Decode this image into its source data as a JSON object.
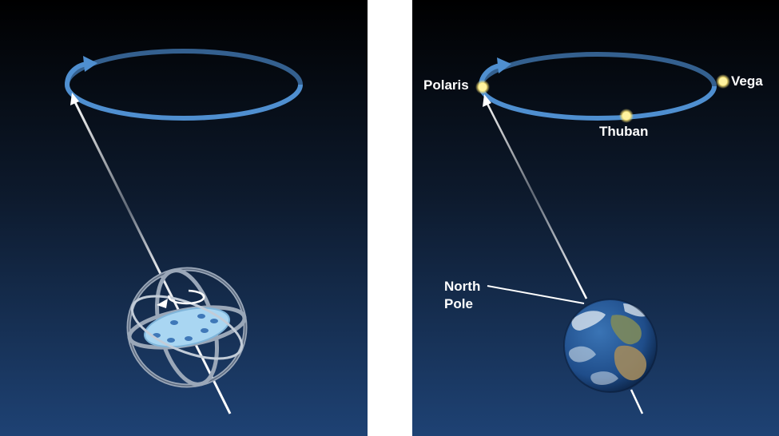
{
  "labels": {
    "polaris": "Polaris",
    "vega": "Vega",
    "thuban": "Thuban",
    "north_pole": "North Pole"
  },
  "colors": {
    "sky_top": "#000000",
    "sky_bottom": "#1e4274",
    "ring": "#4f8fd0",
    "ring_back": "#34608f",
    "star": "#ffe97a",
    "ocean": "#1f4d8a",
    "land": "#8a8a5a",
    "gyro_frame": "#9aa7b8",
    "gyro_disk": "#a9d6f2"
  },
  "icons": {
    "precession_arrow": "arrowhead",
    "gyroscope": "gyroscope-icon",
    "earth": "earth-globe-icon"
  }
}
